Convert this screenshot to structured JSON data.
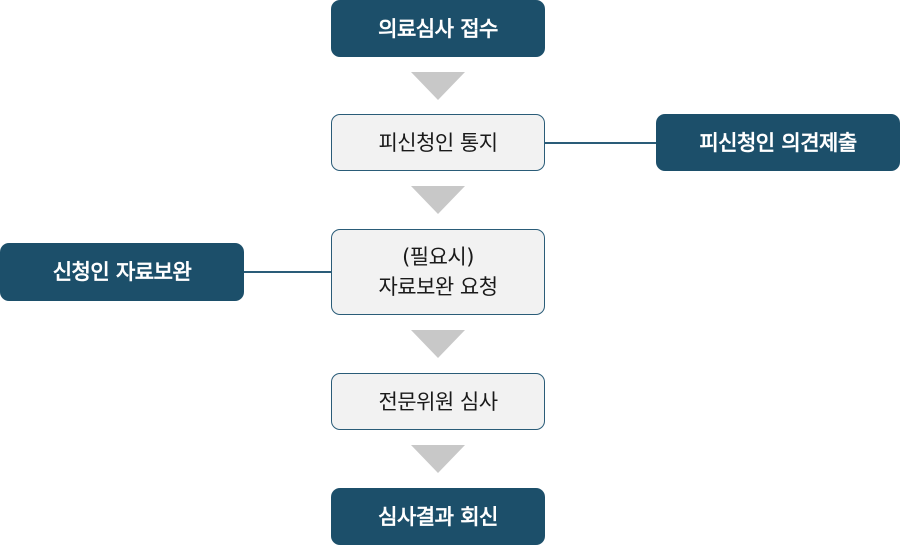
{
  "flow": {
    "step1": "의료심사 접수",
    "step2": "피신청인 통지",
    "step3_line1": "(필요시)",
    "step3_line2": "자료보완 요청",
    "step4": "전문위원 심사",
    "step5": "심사결과 회신"
  },
  "side": {
    "right": "피신청인 의견제출",
    "left": "신청인 자료보완"
  },
  "colors": {
    "dark_box": "#1c4f6a",
    "light_box": "#f2f2f2",
    "border": "#2a5c78",
    "arrow": "#c8c8c8"
  }
}
